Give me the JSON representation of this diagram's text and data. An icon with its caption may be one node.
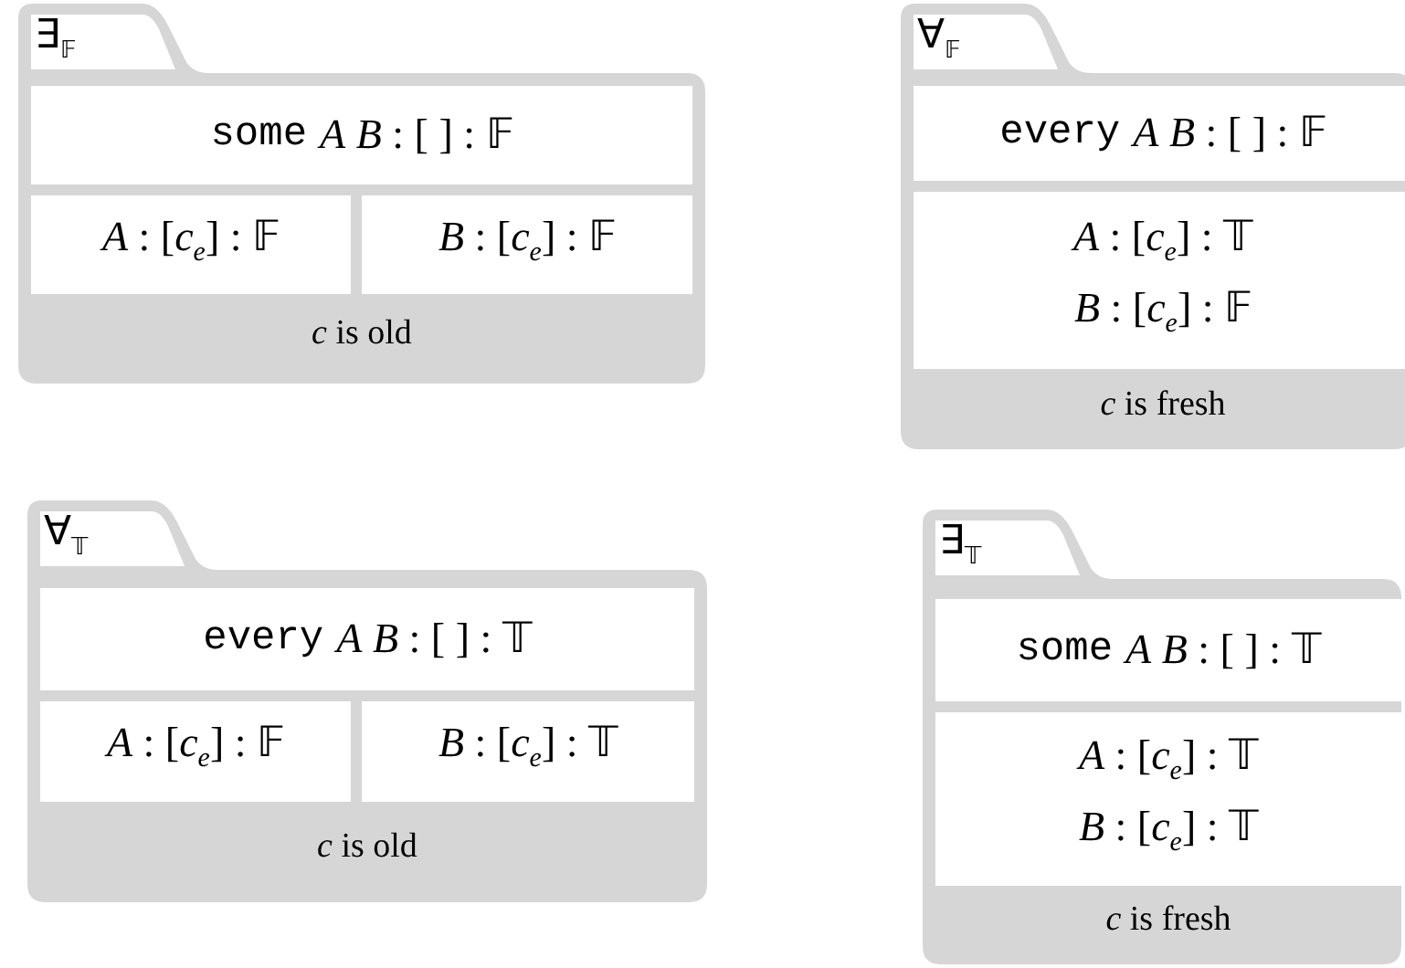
{
  "diagram": {
    "nodes": [
      {
        "text": [
          "∃$_{𝔽}$"
        ]
      },
      {
        "text": [
          "some",
          "*A* *B* : [ ] : 𝔽"
        ],
        "in": 0
      },
      {
        "text": [
          "*A* : [*c*$_{e}$] : 𝔽"
        ],
        "in": 0
      },
      {
        "text": [
          "*B* : [*c*$_{e}$] : 𝔽"
        ],
        "in": 0
      },
      {
        "text": [
          "*c* is old"
        ],
        "in": 0
      },
      {
        "text": [
          "∀$_{𝔽}$"
        ]
      },
      {
        "text": [
          "every",
          "*A* *B* : [ ] : 𝔽"
        ],
        "in": 5
      },
      {
        "text": [
          "*A* : [*c*$_{e}$] : 𝕋",
          "*B* : [*c*$_{e}$] : 𝔽"
        ],
        "in": 5
      },
      {
        "text": [
          "*c* is fresh"
        ],
        "in": 5
      },
      {
        "text": [
          "∀$_{𝕋}$"
        ]
      },
      {
        "text": [
          "every",
          "*A* *B* : [ ] : 𝕋"
        ],
        "in": 9
      },
      {
        "text": [
          "*A* : [*c*$_{e}$] : 𝔽"
        ],
        "in": 9
      },
      {
        "text": [
          "*B* : [*c*$_{e}$] : 𝕋"
        ],
        "in": 9
      },
      {
        "text": [
          "*c* is old"
        ],
        "in": 9
      },
      {
        "text": [
          "∃$_{𝕋}$"
        ]
      },
      {
        "text": [
          "some",
          "*A* *B* : [ ] : 𝕋"
        ],
        "in": 14
      },
      {
        "text": [
          "*A* : [*c*$_{e}$] : 𝕋",
          "*B* : [*c*$_{e}$] : 𝕋"
        ],
        "in": 14
      },
      {
        "text": [
          "*c* is fresh"
        ],
        "in": 14
      }
    ]
  }
}
